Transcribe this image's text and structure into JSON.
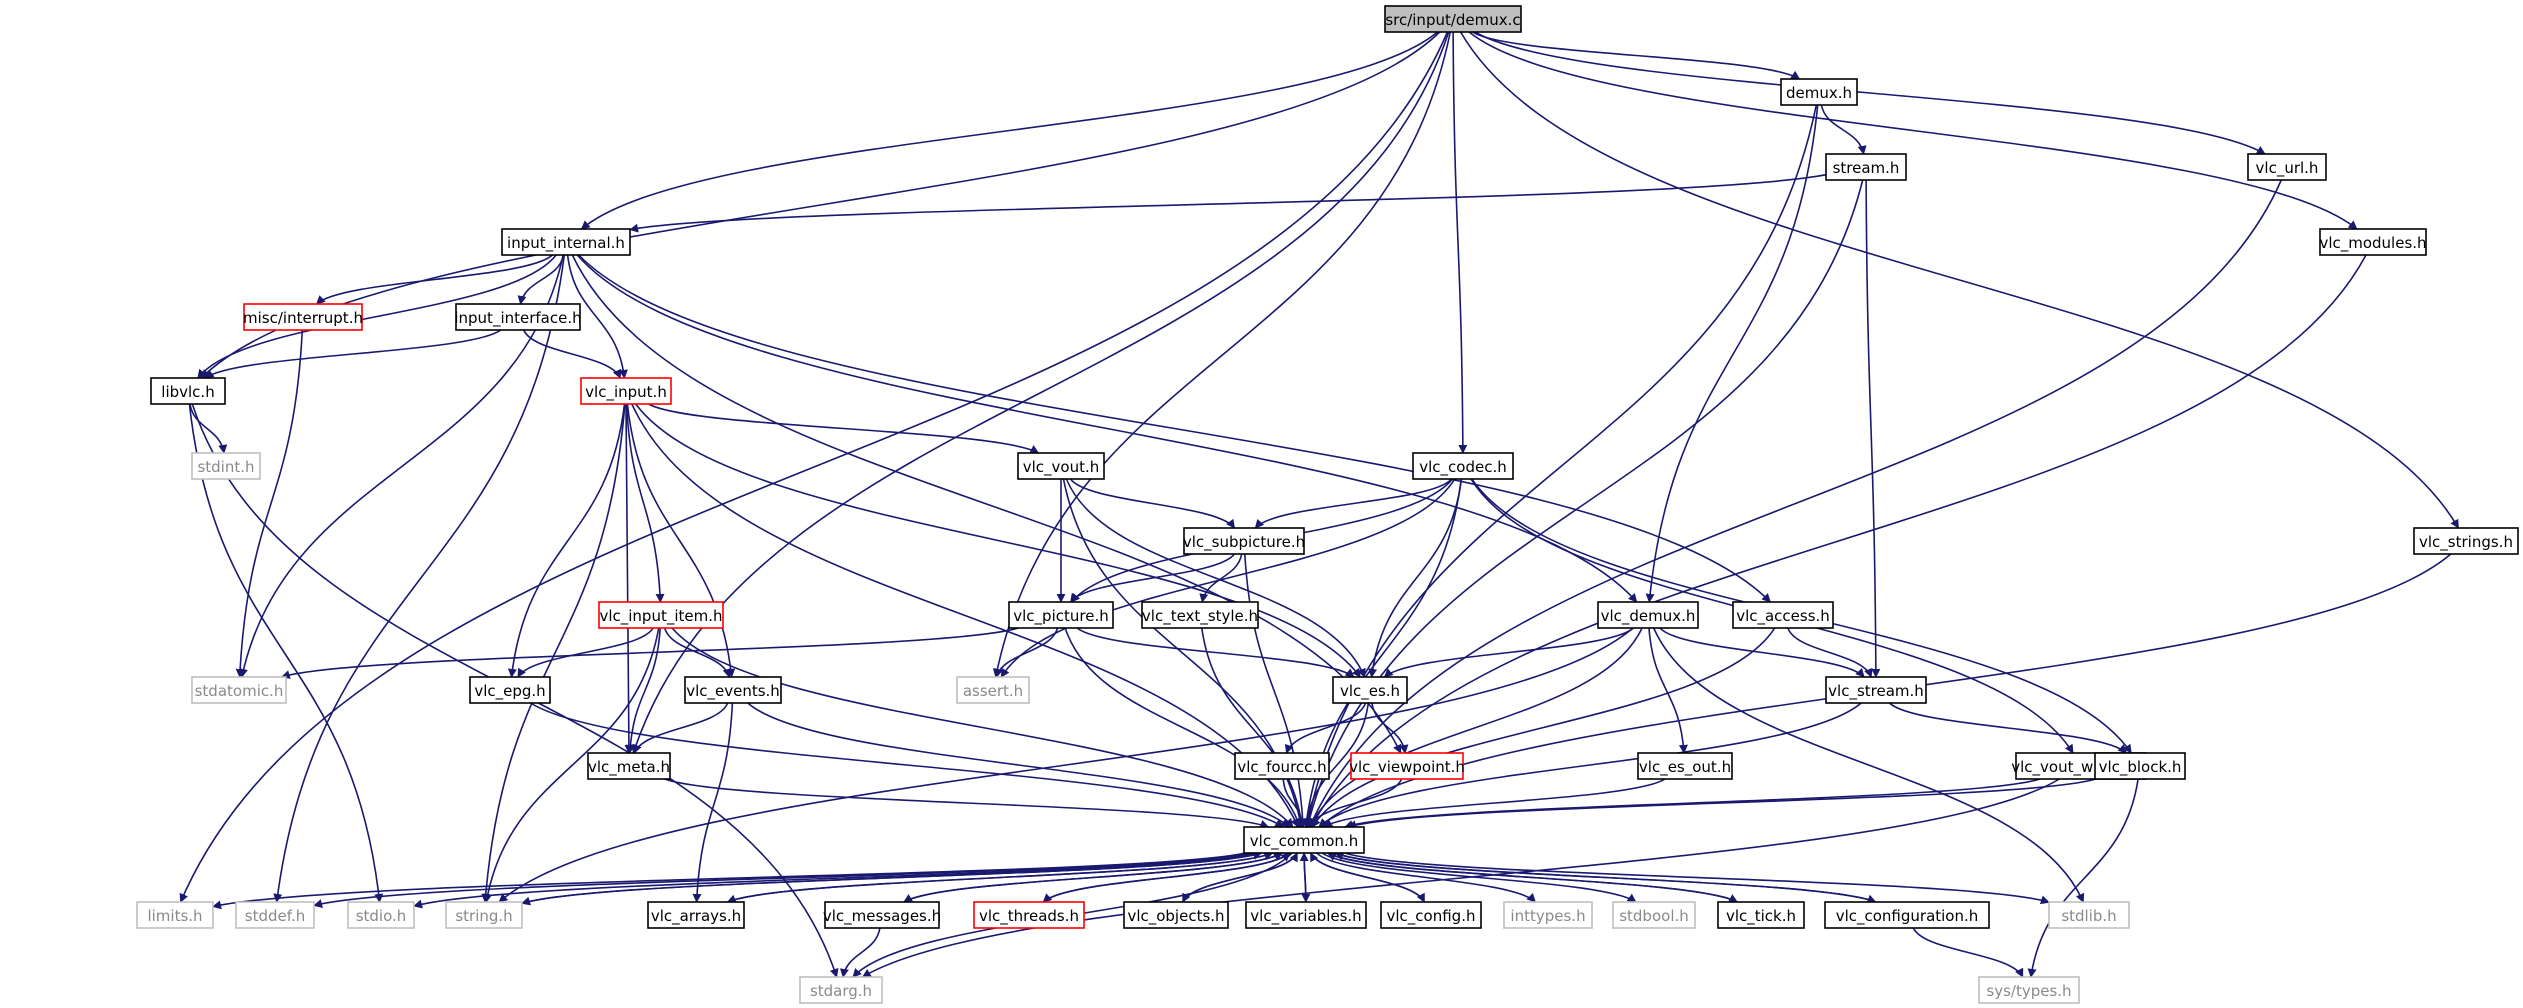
{
  "diagram": {
    "title": "",
    "colors": {
      "edge": "#191970",
      "root_fill": "#bfbfbf",
      "node_border": "#000000",
      "missing_border": "#ff0000",
      "system_border": "#bfbfbf",
      "system_text": "#8a8a8a"
    },
    "nodes": [
      {
        "id": "demux_c",
        "label": "src/input/demux.c",
        "kind": "root"
      },
      {
        "id": "demux_h",
        "label": "demux.h",
        "kind": "normal"
      },
      {
        "id": "stream_h",
        "label": "stream.h",
        "kind": "normal"
      },
      {
        "id": "vlc_url_h",
        "label": "vlc_url.h",
        "kind": "normal"
      },
      {
        "id": "vlc_modules_h",
        "label": "vlc_modules.h",
        "kind": "normal"
      },
      {
        "id": "vlc_strings_h",
        "label": "vlc_strings.h",
        "kind": "normal"
      },
      {
        "id": "input_internal_h",
        "label": "input_internal.h",
        "kind": "normal"
      },
      {
        "id": "misc_interrupt_h",
        "label": "misc/interrupt.h",
        "kind": "red"
      },
      {
        "id": "input_interface_h",
        "label": "input_interface.h",
        "kind": "normal"
      },
      {
        "id": "libvlc_h",
        "label": "libvlc.h",
        "kind": "normal"
      },
      {
        "id": "stdint_h",
        "label": "stdint.h",
        "kind": "sys"
      },
      {
        "id": "vlc_input_h",
        "label": "vlc_input.h",
        "kind": "red"
      },
      {
        "id": "vlc_vout_h",
        "label": "vlc_vout.h",
        "kind": "normal"
      },
      {
        "id": "vlc_codec_h",
        "label": "vlc_codec.h",
        "kind": "normal"
      },
      {
        "id": "vlc_subpicture_h",
        "label": "vlc_subpicture.h",
        "kind": "normal"
      },
      {
        "id": "vlc_picture_h",
        "label": "vlc_picture.h",
        "kind": "normal"
      },
      {
        "id": "vlc_text_style_h",
        "label": "vlc_text_style.h",
        "kind": "normal"
      },
      {
        "id": "vlc_input_item_h",
        "label": "vlc_input_item.h",
        "kind": "red"
      },
      {
        "id": "stdatomic_h",
        "label": "stdatomic.h",
        "kind": "sys"
      },
      {
        "id": "vlc_epg_h",
        "label": "vlc_epg.h",
        "kind": "normal"
      },
      {
        "id": "vlc_events_h",
        "label": "vlc_events.h",
        "kind": "normal"
      },
      {
        "id": "assert_h",
        "label": "assert.h",
        "kind": "sys"
      },
      {
        "id": "vlc_es_h",
        "label": "vlc_es.h",
        "kind": "normal"
      },
      {
        "id": "vlc_demux_h",
        "label": "vlc_demux.h",
        "kind": "normal"
      },
      {
        "id": "vlc_access_h",
        "label": "vlc_access.h",
        "kind": "normal"
      },
      {
        "id": "vlc_stream_h",
        "label": "vlc_stream.h",
        "kind": "normal"
      },
      {
        "id": "vlc_meta_h",
        "label": "vlc_meta.h",
        "kind": "normal"
      },
      {
        "id": "vlc_fourcc_h",
        "label": "vlc_fourcc.h",
        "kind": "normal"
      },
      {
        "id": "vlc_viewpoint_h",
        "label": "vlc_viewpoint.h",
        "kind": "red"
      },
      {
        "id": "vlc_es_out_h",
        "label": "vlc_es_out.h",
        "kind": "normal"
      },
      {
        "id": "vlc_vout_window_h",
        "label": "vlc_vout_window.h",
        "kind": "normal"
      },
      {
        "id": "vlc_block_h",
        "label": "vlc_block.h",
        "kind": "normal"
      },
      {
        "id": "vlc_common_h",
        "label": "vlc_common.h",
        "kind": "normal"
      },
      {
        "id": "limits_h",
        "label": "limits.h",
        "kind": "sys"
      },
      {
        "id": "stddef_h",
        "label": "stddef.h",
        "kind": "sys"
      },
      {
        "id": "stdio_h",
        "label": "stdio.h",
        "kind": "sys"
      },
      {
        "id": "string_h",
        "label": "string.h",
        "kind": "sys"
      },
      {
        "id": "vlc_arrays_h",
        "label": "vlc_arrays.h",
        "kind": "normal"
      },
      {
        "id": "vlc_messages_h",
        "label": "vlc_messages.h",
        "kind": "normal"
      },
      {
        "id": "vlc_threads_h",
        "label": "vlc_threads.h",
        "kind": "red"
      },
      {
        "id": "vlc_objects_h",
        "label": "vlc_objects.h",
        "kind": "normal"
      },
      {
        "id": "vlc_variables_h",
        "label": "vlc_variables.h",
        "kind": "normal"
      },
      {
        "id": "vlc_config_h",
        "label": "vlc_config.h",
        "kind": "normal"
      },
      {
        "id": "inttypes_h",
        "label": "inttypes.h",
        "kind": "sys"
      },
      {
        "id": "stdbool_h",
        "label": "stdbool.h",
        "kind": "sys"
      },
      {
        "id": "vlc_tick_h",
        "label": "vlc_tick.h",
        "kind": "normal"
      },
      {
        "id": "vlc_configuration_h",
        "label": "vlc_configuration.h",
        "kind": "normal"
      },
      {
        "id": "stdlib_h",
        "label": "stdlib.h",
        "kind": "sys"
      },
      {
        "id": "stdarg_h",
        "label": "stdarg.h",
        "kind": "sys"
      },
      {
        "id": "sys_types_h",
        "label": "sys/types.h",
        "kind": "sys"
      }
    ],
    "edges": [
      [
        "demux_c",
        "demux_h"
      ],
      [
        "demux_c",
        "vlc_url_h"
      ],
      [
        "demux_c",
        "vlc_modules_h"
      ],
      [
        "demux_c",
        "vlc_strings_h"
      ],
      [
        "demux_c",
        "input_internal_h"
      ],
      [
        "demux_c",
        "libvlc_h"
      ],
      [
        "demux_c",
        "limits_h"
      ],
      [
        "demux_c",
        "vlc_meta_h"
      ],
      [
        "demux_c",
        "assert_h"
      ],
      [
        "demux_c",
        "vlc_codec_h"
      ],
      [
        "demux_h",
        "stream_h"
      ],
      [
        "demux_h",
        "vlc_demux_h"
      ],
      [
        "demux_h",
        "vlc_common_h"
      ],
      [
        "stream_h",
        "input_internal_h"
      ],
      [
        "stream_h",
        "vlc_stream_h"
      ],
      [
        "stream_h",
        "vlc_common_h"
      ],
      [
        "vlc_url_h",
        "vlc_common_h"
      ],
      [
        "vlc_modules_h",
        "vlc_common_h"
      ],
      [
        "vlc_strings_h",
        "vlc_common_h"
      ],
      [
        "input_internal_h",
        "misc_interrupt_h"
      ],
      [
        "input_internal_h",
        "input_interface_h"
      ],
      [
        "input_internal_h",
        "libvlc_h"
      ],
      [
        "input_internal_h",
        "vlc_input_h"
      ],
      [
        "input_internal_h",
        "stdatomic_h"
      ],
      [
        "input_internal_h",
        "stddef_h"
      ],
      [
        "input_internal_h",
        "vlc_viewpoint_h"
      ],
      [
        "input_internal_h",
        "vlc_demux_h"
      ],
      [
        "input_internal_h",
        "vlc_access_h"
      ],
      [
        "misc_interrupt_h",
        "stdatomic_h"
      ],
      [
        "input_interface_h",
        "libvlc_h"
      ],
      [
        "input_interface_h",
        "vlc_input_h"
      ],
      [
        "libvlc_h",
        "stdint_h"
      ],
      [
        "libvlc_h",
        "stdio_h"
      ],
      [
        "libvlc_h",
        "stdarg_h"
      ],
      [
        "vlc_input_h",
        "vlc_vout_h"
      ],
      [
        "vlc_input_h",
        "vlc_es_h"
      ],
      [
        "vlc_input_h",
        "vlc_input_item_h"
      ],
      [
        "vlc_input_h",
        "vlc_epg_h"
      ],
      [
        "vlc_input_h",
        "vlc_meta_h"
      ],
      [
        "vlc_input_h",
        "vlc_events_h"
      ],
      [
        "vlc_input_h",
        "string_h"
      ],
      [
        "vlc_input_h",
        "vlc_common_h"
      ],
      [
        "vlc_vout_h",
        "vlc_subpicture_h"
      ],
      [
        "vlc_vout_h",
        "vlc_picture_h"
      ],
      [
        "vlc_vout_h",
        "vlc_es_h"
      ],
      [
        "vlc_vout_h",
        "vlc_common_h"
      ],
      [
        "vlc_codec_h",
        "vlc_subpicture_h"
      ],
      [
        "vlc_codec_h",
        "vlc_picture_h"
      ],
      [
        "vlc_codec_h",
        "assert_h"
      ],
      [
        "vlc_codec_h",
        "vlc_es_h"
      ],
      [
        "vlc_codec_h",
        "vlc_common_h"
      ],
      [
        "vlc_codec_h",
        "vlc_vout_window_h"
      ],
      [
        "vlc_codec_h",
        "vlc_block_h"
      ],
      [
        "vlc_subpicture_h",
        "vlc_picture_h"
      ],
      [
        "vlc_subpicture_h",
        "vlc_text_style_h"
      ],
      [
        "vlc_subpicture_h",
        "vlc_common_h"
      ],
      [
        "vlc_picture_h",
        "stdatomic_h"
      ],
      [
        "vlc_picture_h",
        "assert_h"
      ],
      [
        "vlc_picture_h",
        "vlc_es_h"
      ],
      [
        "vlc_picture_h",
        "vlc_common_h"
      ],
      [
        "vlc_text_style_h",
        "vlc_common_h"
      ],
      [
        "vlc_input_item_h",
        "vlc_epg_h"
      ],
      [
        "vlc_input_item_h",
        "vlc_meta_h"
      ],
      [
        "vlc_input_item_h",
        "vlc_events_h"
      ],
      [
        "vlc_input_item_h",
        "string_h"
      ],
      [
        "vlc_input_item_h",
        "vlc_common_h"
      ],
      [
        "vlc_epg_h",
        "vlc_common_h"
      ],
      [
        "vlc_events_h",
        "vlc_meta_h"
      ],
      [
        "vlc_events_h",
        "vlc_arrays_h"
      ],
      [
        "vlc_events_h",
        "vlc_common_h"
      ],
      [
        "vlc_es_h",
        "vlc_fourcc_h"
      ],
      [
        "vlc_es_h",
        "vlc_viewpoint_h"
      ],
      [
        "vlc_es_h",
        "vlc_common_h"
      ],
      [
        "vlc_demux_h",
        "vlc_es_h"
      ],
      [
        "vlc_demux_h",
        "vlc_stream_h"
      ],
      [
        "vlc_demux_h",
        "vlc_es_out_h"
      ],
      [
        "vlc_demux_h",
        "vlc_common_h"
      ],
      [
        "vlc_demux_h",
        "string_h"
      ],
      [
        "vlc_demux_h",
        "stdlib_h"
      ],
      [
        "vlc_access_h",
        "vlc_stream_h"
      ],
      [
        "vlc_access_h",
        "vlc_common_h"
      ],
      [
        "vlc_stream_h",
        "vlc_block_h"
      ],
      [
        "vlc_stream_h",
        "vlc_common_h"
      ],
      [
        "vlc_meta_h",
        "vlc_common_h"
      ],
      [
        "vlc_fourcc_h",
        "vlc_common_h"
      ],
      [
        "vlc_viewpoint_h",
        "vlc_common_h"
      ],
      [
        "vlc_es_out_h",
        "vlc_common_h"
      ],
      [
        "vlc_vout_window_h",
        "vlc_common_h"
      ],
      [
        "vlc_vout_window_h",
        "stdarg_h"
      ],
      [
        "vlc_block_h",
        "vlc_common_h"
      ],
      [
        "vlc_block_h",
        "sys_types_h"
      ],
      [
        "vlc_common_h",
        "limits_h"
      ],
      [
        "vlc_common_h",
        "stddef_h"
      ],
      [
        "vlc_common_h",
        "stdio_h"
      ],
      [
        "vlc_common_h",
        "string_h"
      ],
      [
        "vlc_common_h",
        "vlc_arrays_h"
      ],
      [
        "vlc_common_h",
        "vlc_messages_h"
      ],
      [
        "vlc_common_h",
        "vlc_threads_h"
      ],
      [
        "vlc_common_h",
        "vlc_objects_h"
      ],
      [
        "vlc_common_h",
        "vlc_variables_h"
      ],
      [
        "vlc_common_h",
        "vlc_config_h"
      ],
      [
        "vlc_common_h",
        "inttypes_h"
      ],
      [
        "vlc_common_h",
        "stdbool_h"
      ],
      [
        "vlc_common_h",
        "vlc_tick_h"
      ],
      [
        "vlc_common_h",
        "vlc_configuration_h"
      ],
      [
        "vlc_common_h",
        "stdlib_h"
      ],
      [
        "vlc_common_h",
        "stdarg_h"
      ],
      [
        "vlc_arrays_h",
        "vlc_common_h"
      ],
      [
        "vlc_messages_h",
        "vlc_common_h"
      ],
      [
        "vlc_messages_h",
        "stdarg_h"
      ],
      [
        "vlc_threads_h",
        "vlc_common_h"
      ],
      [
        "vlc_objects_h",
        "vlc_common_h"
      ],
      [
        "vlc_variables_h",
        "vlc_common_h"
      ],
      [
        "vlc_config_h",
        "vlc_common_h"
      ],
      [
        "vlc_tick_h",
        "vlc_common_h"
      ],
      [
        "vlc_configuration_h",
        "vlc_common_h"
      ],
      [
        "vlc_configuration_h",
        "sys_types_h"
      ],
      [
        "string_h",
        "vlc_common_h"
      ]
    ]
  }
}
